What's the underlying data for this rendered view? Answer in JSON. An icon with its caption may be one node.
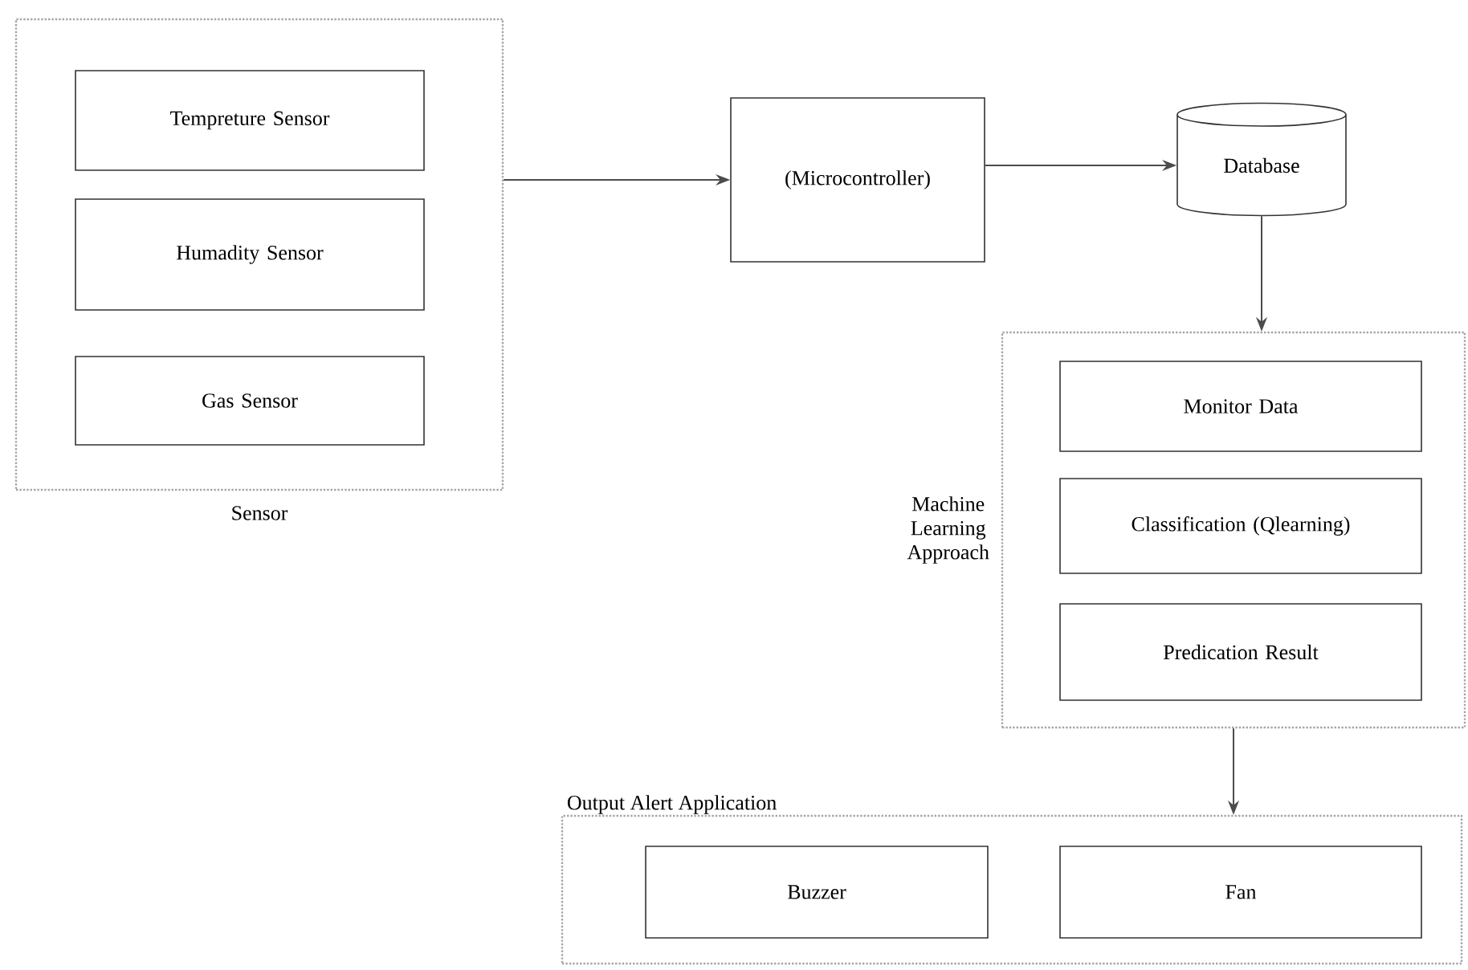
{
  "diagram": {
    "nodes": [
      {
        "text": [
          "Sensor"
        ]
      },
      {
        "text": [
          "Tempreture Sensor"
        ],
        "in": 0
      },
      {
        "text": [
          "Humadity Sensor"
        ],
        "in": 0
      },
      {
        "text": [
          "Gas Sensor"
        ],
        "in": 0
      },
      {
        "text": [
          "(Microcontroller)"
        ]
      },
      {
        "text": [
          "Database"
        ]
      },
      {
        "text": [
          "Machine Learning Approach"
        ]
      },
      {
        "text": [
          "Monitor Data"
        ],
        "in": 6
      },
      {
        "text": [
          "Classification (Qlearning)"
        ],
        "in": 6
      },
      {
        "text": [
          "Predication Result"
        ],
        "in": 6
      },
      {
        "text": [
          "Output Alert Application"
        ]
      },
      {
        "text": [
          "Buzzer"
        ],
        "in": 10
      },
      {
        "text": [
          "Fan"
        ],
        "in": 10
      }
    ],
    "edges": [
      {
        "from": 0,
        "to": 4,
        "arrow": "to"
      },
      {
        "from": 4,
        "to": 5,
        "arrow": "to"
      },
      {
        "from": 5,
        "to": 6,
        "arrow": "to"
      },
      {
        "from": 6,
        "to": 10,
        "arrow": "to"
      }
    ]
  }
}
